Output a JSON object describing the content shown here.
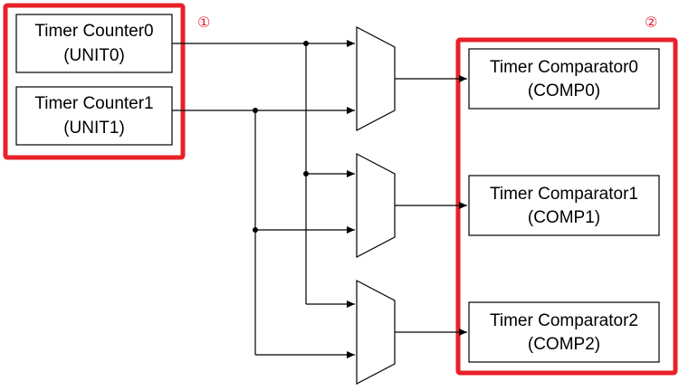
{
  "callouts": {
    "group1": "①",
    "group2": "②",
    "color": "#e8202a"
  },
  "counters": [
    {
      "name": "Timer Counter0",
      "id": "(UNIT0)"
    },
    {
      "name": "Timer Counter1",
      "id": "(UNIT1)"
    }
  ],
  "comparators": [
    {
      "name": "Timer Comparator0",
      "id": "(COMP0)"
    },
    {
      "name": "Timer Comparator1",
      "id": "(COMP1)"
    },
    {
      "name": "Timer Comparator2",
      "id": "(COMP2)"
    }
  ]
}
